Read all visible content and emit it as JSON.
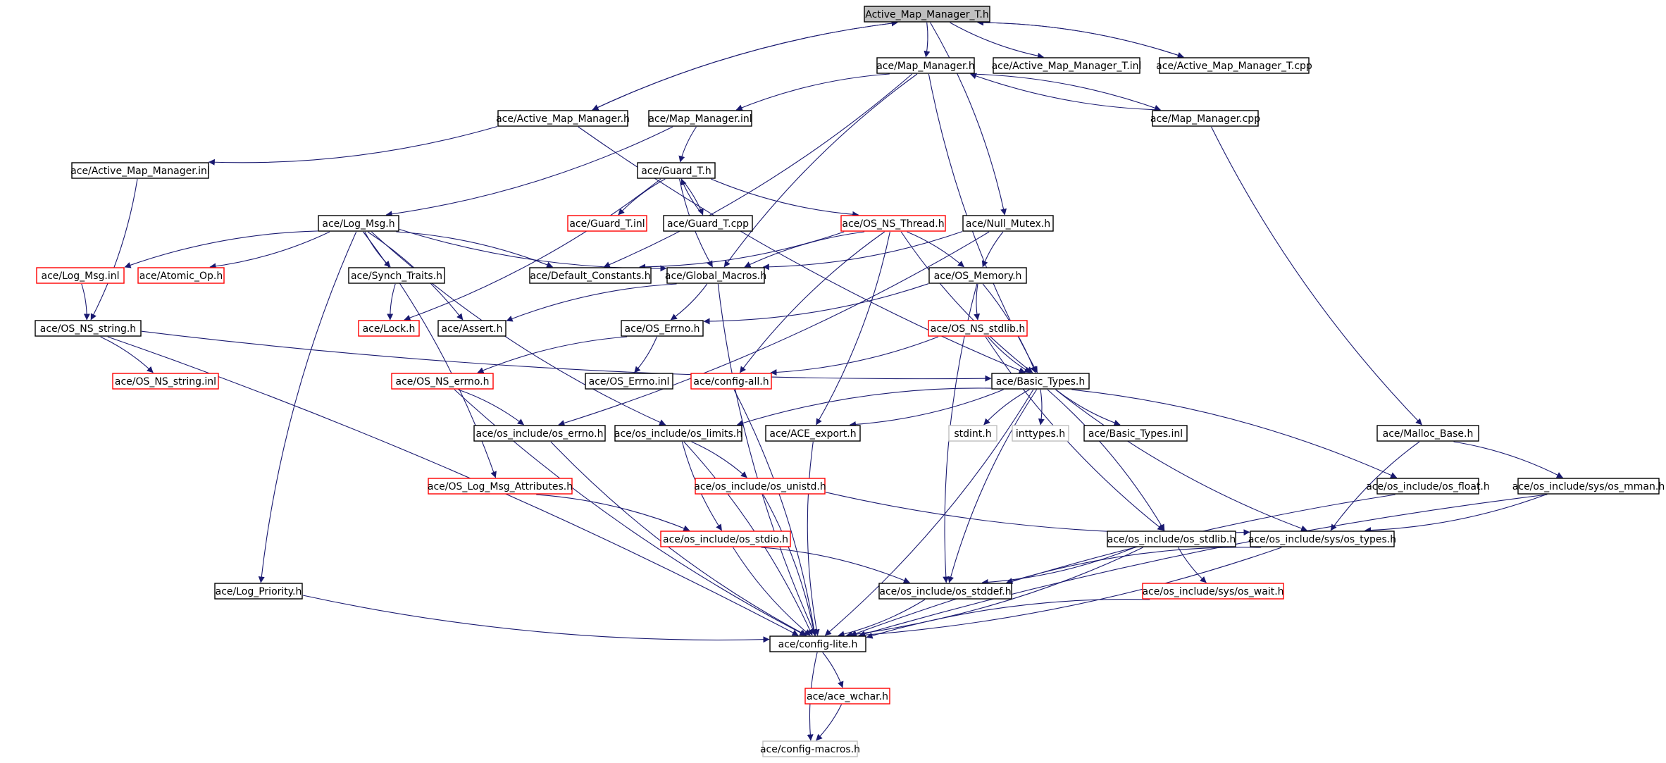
{
  "colors": {
    "edge": "#191970",
    "normal_border": "#000000",
    "truncated_border": "#ff0000",
    "external_border": "#bfbfbf",
    "root_fill": "#bfbfbf",
    "background": "#ffffff"
  },
  "nodes": [
    {
      "id": "root",
      "label": "Active_Map_Manager_T.h",
      "kind": "root"
    },
    {
      "id": "map_mgr_h",
      "label": "ace/Map_Manager.h",
      "kind": "normal"
    },
    {
      "id": "amm_t_inl",
      "label": "ace/Active_Map_Manager_T.inl",
      "kind": "normal"
    },
    {
      "id": "amm_t_cpp",
      "label": "ace/Active_Map_Manager_T.cpp",
      "kind": "normal"
    },
    {
      "id": "amm_h",
      "label": "ace/Active_Map_Manager.h",
      "kind": "normal"
    },
    {
      "id": "map_mgr_inl",
      "label": "ace/Map_Manager.inl",
      "kind": "normal"
    },
    {
      "id": "map_mgr_cpp",
      "label": "ace/Map_Manager.cpp",
      "kind": "normal"
    },
    {
      "id": "amm_inl",
      "label": "ace/Active_Map_Manager.inl",
      "kind": "normal"
    },
    {
      "id": "guard_t_h",
      "label": "ace/Guard_T.h",
      "kind": "normal"
    },
    {
      "id": "log_msg_h",
      "label": "ace/Log_Msg.h",
      "kind": "normal"
    },
    {
      "id": "guard_t_inl",
      "label": "ace/Guard_T.inl",
      "kind": "truncated"
    },
    {
      "id": "guard_t_cpp",
      "label": "ace/Guard_T.cpp",
      "kind": "normal"
    },
    {
      "id": "os_ns_thread_h",
      "label": "ace/OS_NS_Thread.h",
      "kind": "truncated"
    },
    {
      "id": "null_mutex_h",
      "label": "ace/Null_Mutex.h",
      "kind": "normal"
    },
    {
      "id": "log_msg_inl",
      "label": "ace/Log_Msg.inl",
      "kind": "truncated"
    },
    {
      "id": "atomic_op_h",
      "label": "ace/Atomic_Op.h",
      "kind": "truncated"
    },
    {
      "id": "synch_traits_h",
      "label": "ace/Synch_Traits.h",
      "kind": "normal"
    },
    {
      "id": "default_constants_h",
      "label": "ace/Default_Constants.h",
      "kind": "normal"
    },
    {
      "id": "global_macros_h",
      "label": "ace/Global_Macros.h",
      "kind": "normal"
    },
    {
      "id": "os_memory_h",
      "label": "ace/OS_Memory.h",
      "kind": "normal"
    },
    {
      "id": "os_ns_string_h",
      "label": "ace/OS_NS_string.h",
      "kind": "normal"
    },
    {
      "id": "lock_h",
      "label": "ace/Lock.h",
      "kind": "truncated"
    },
    {
      "id": "assert_h",
      "label": "ace/Assert.h",
      "kind": "normal"
    },
    {
      "id": "os_errno_h",
      "label": "ace/OS_Errno.h",
      "kind": "normal"
    },
    {
      "id": "os_ns_stdlib_h",
      "label": "ace/OS_NS_stdlib.h",
      "kind": "truncated"
    },
    {
      "id": "os_ns_string_inl",
      "label": "ace/OS_NS_string.inl",
      "kind": "truncated"
    },
    {
      "id": "os_ns_errno_h",
      "label": "ace/OS_NS_errno.h",
      "kind": "truncated"
    },
    {
      "id": "os_errno_inl",
      "label": "ace/OS_Errno.inl",
      "kind": "normal"
    },
    {
      "id": "config_all_h",
      "label": "ace/config-all.h",
      "kind": "truncated"
    },
    {
      "id": "basic_types_h",
      "label": "ace/Basic_Types.h",
      "kind": "normal"
    },
    {
      "id": "os_include_os_errno_h",
      "label": "ace/os_include/os_errno.h",
      "kind": "normal"
    },
    {
      "id": "os_include_os_limits_h",
      "label": "ace/os_include/os_limits.h",
      "kind": "normal"
    },
    {
      "id": "ace_export_h",
      "label": "ace/ACE_export.h",
      "kind": "normal"
    },
    {
      "id": "stdint_h",
      "label": "stdint.h",
      "kind": "external"
    },
    {
      "id": "inttypes_h",
      "label": "inttypes.h",
      "kind": "external"
    },
    {
      "id": "basic_types_inl",
      "label": "ace/Basic_Types.inl",
      "kind": "normal"
    },
    {
      "id": "malloc_base_h",
      "label": "ace/Malloc_Base.h",
      "kind": "normal"
    },
    {
      "id": "os_log_msg_attributes_h",
      "label": "ace/OS_Log_Msg_Attributes.h",
      "kind": "truncated"
    },
    {
      "id": "os_include_os_unistd_h",
      "label": "ace/os_include/os_unistd.h",
      "kind": "truncated"
    },
    {
      "id": "os_include_os_float_h",
      "label": "ace/os_include/os_float.h",
      "kind": "normal"
    },
    {
      "id": "os_include_sys_os_mman_h",
      "label": "ace/os_include/sys/os_mman.h",
      "kind": "normal"
    },
    {
      "id": "os_include_os_stdio_h",
      "label": "ace/os_include/os_stdio.h",
      "kind": "truncated"
    },
    {
      "id": "os_include_os_stdlib_h",
      "label": "ace/os_include/os_stdlib.h",
      "kind": "normal"
    },
    {
      "id": "os_include_sys_os_types_h",
      "label": "ace/os_include/sys/os_types.h",
      "kind": "normal"
    },
    {
      "id": "log_priority_h",
      "label": "ace/Log_Priority.h",
      "kind": "normal"
    },
    {
      "id": "os_include_os_stddef_h",
      "label": "ace/os_include/os_stddef.h",
      "kind": "normal"
    },
    {
      "id": "os_include_sys_os_wait_h",
      "label": "ace/os_include/sys/os_wait.h",
      "kind": "truncated"
    },
    {
      "id": "config_lite_h",
      "label": "ace/config-lite.h",
      "kind": "normal"
    },
    {
      "id": "ace_wchar_h",
      "label": "ace/ace_wchar.h",
      "kind": "truncated"
    },
    {
      "id": "config_macros_h",
      "label": "ace/config-macros.h",
      "kind": "external"
    }
  ]
}
